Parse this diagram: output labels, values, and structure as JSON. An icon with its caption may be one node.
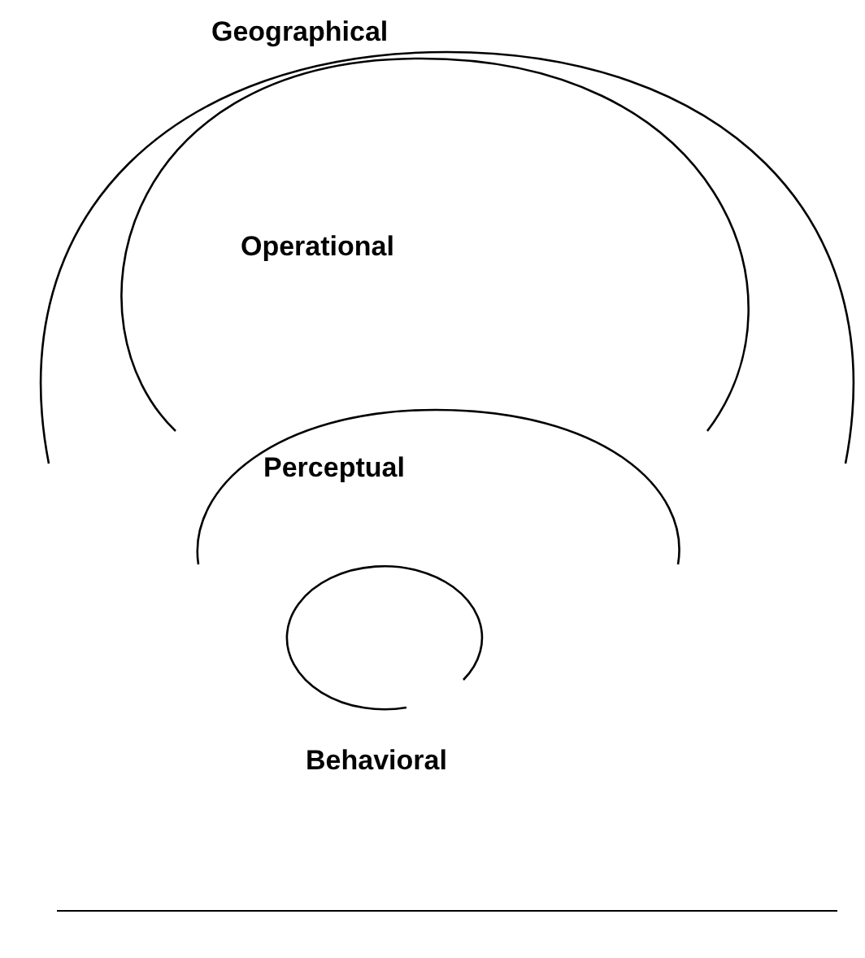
{
  "diagram": {
    "nodes": [
      {
        "text": [
          "Geographical"
        ]
      },
      {
        "text": [
          "Operational"
        ],
        "in": 0
      },
      {
        "text": [
          "Perceptual"
        ]
      },
      {
        "text": [
          "Behavioral"
        ]
      }
    ]
  }
}
